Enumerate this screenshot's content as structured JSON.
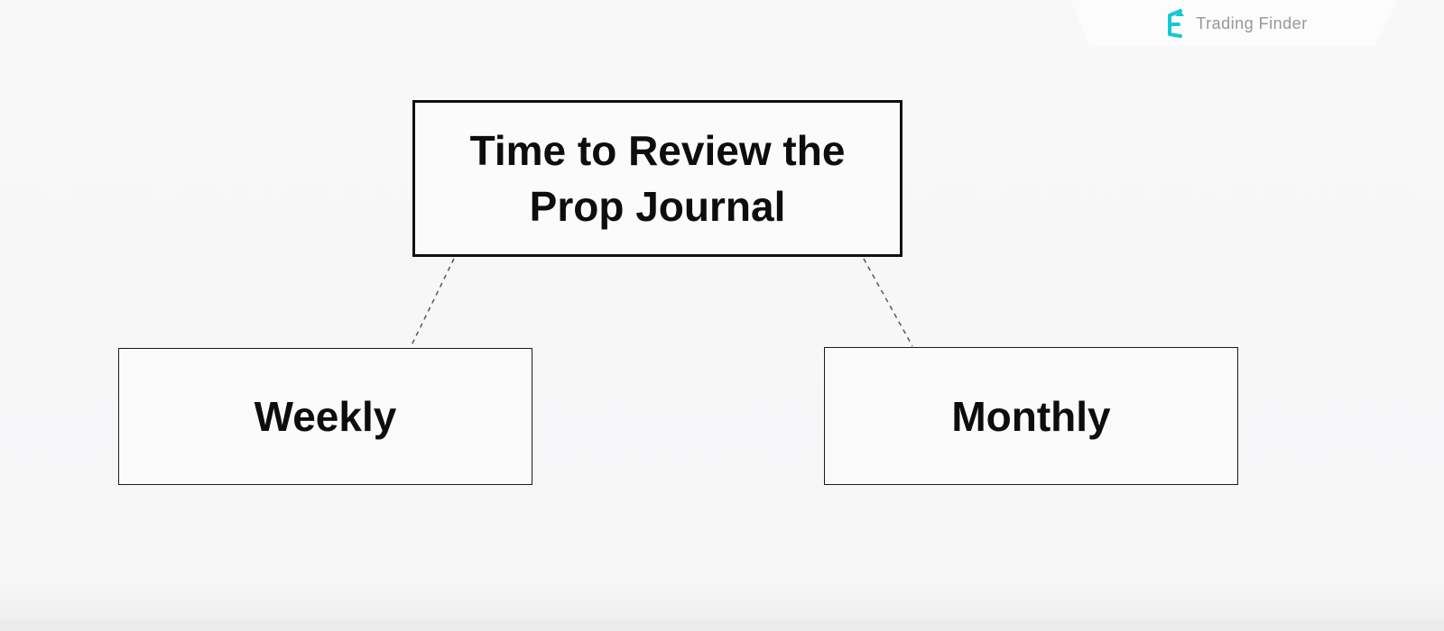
{
  "page": {
    "background": "#f7f7f8"
  },
  "brand": {
    "name": "Trading Finder",
    "icon": "trading-finder-logo",
    "icon_color": "#14c9d6",
    "text_color": "#96969c"
  },
  "diagram": {
    "root": {
      "label": "Time to Review the Prop Journal"
    },
    "children": [
      {
        "id": "weekly",
        "label": "Weekly"
      },
      {
        "id": "monthly",
        "label": "Monthly"
      }
    ],
    "connector_style": "dashed",
    "line_color": "#55555a",
    "box_border_color": "#101014",
    "box_fill": "#fbfbfc"
  }
}
